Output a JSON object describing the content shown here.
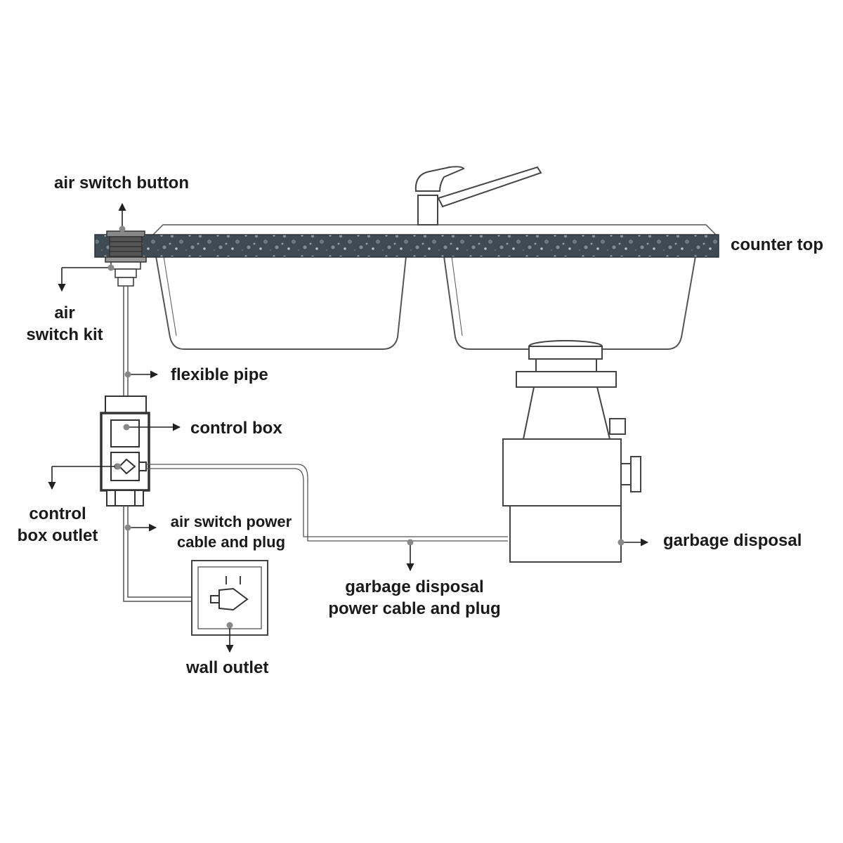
{
  "labels": {
    "air_switch_button": "air switch button",
    "counter_top": "counter top",
    "air_switch_kit": "air\nswitch kit",
    "flexible_pipe": "flexible pipe",
    "control_box": "control box",
    "control_box_outlet": "control\nbox outlet",
    "air_switch_power_cable": "air switch power\ncable and plug",
    "garbage_disposal": "garbage disposal",
    "garbage_disposal_power_cable": "garbage disposal\npower cable and plug",
    "wall_outlet": "wall outlet"
  },
  "colors": {
    "line": "#444444",
    "counter_granite": "#3e4a54",
    "counter_fleck": "#8a97a0",
    "label": "#1a1a1a"
  }
}
